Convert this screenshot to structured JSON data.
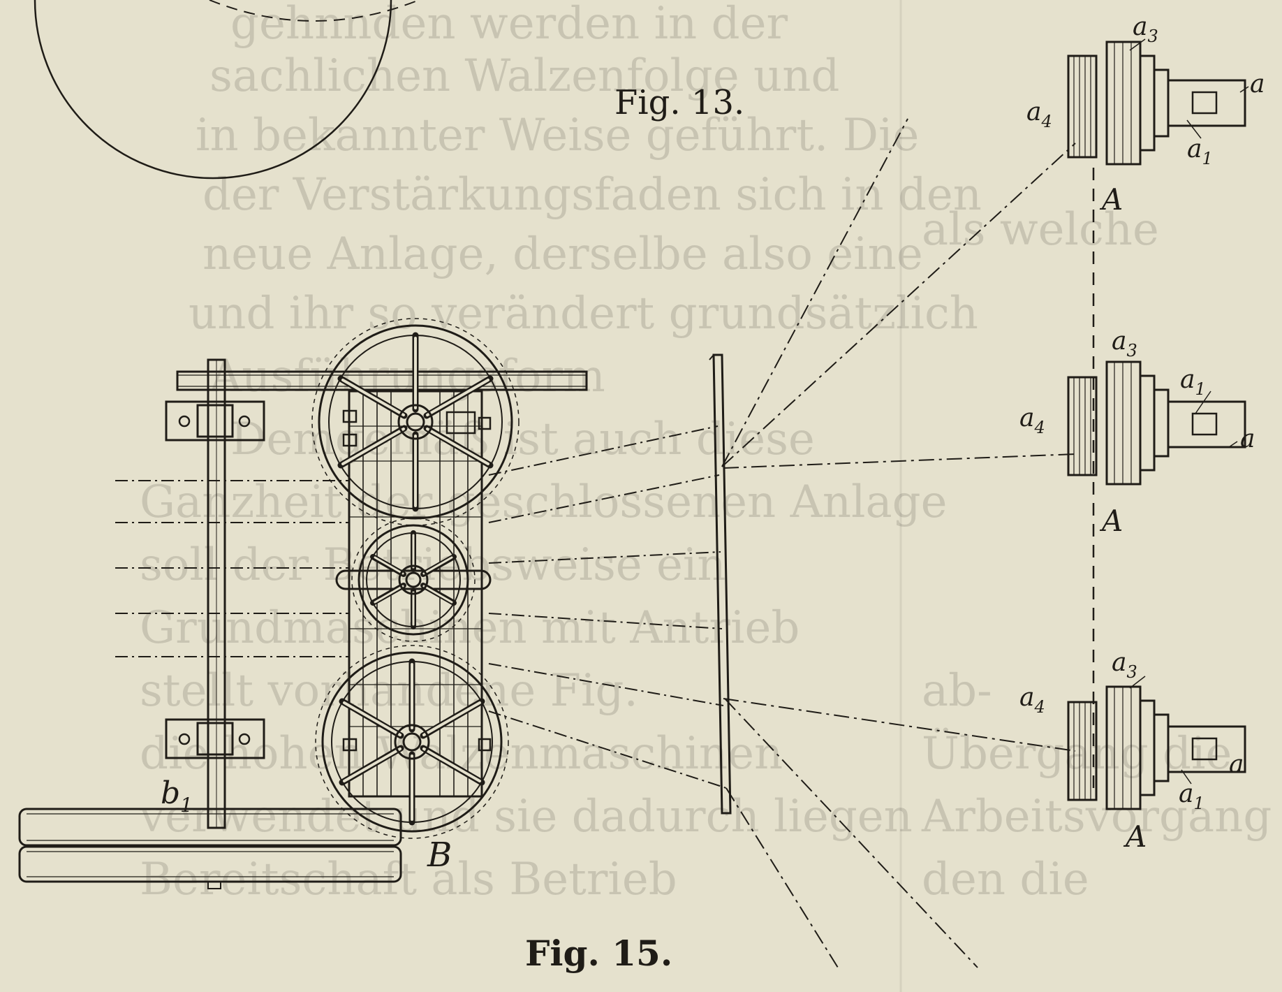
{
  "figures": {
    "fig13": {
      "caption": "Fig. 13."
    },
    "fig15": {
      "caption": "Fig. 15."
    }
  },
  "labels": {
    "b1": "b",
    "b1_sub": "1",
    "B": "B",
    "a": "a",
    "a1_main": "a",
    "a1_sub": "1",
    "a3_main": "a",
    "a3_sub": "3",
    "a4_main": "a",
    "a4_sub": "4",
    "A": "A"
  },
  "colors": {
    "paper": "#e5e1cd",
    "ink": "#1f1c17"
  }
}
